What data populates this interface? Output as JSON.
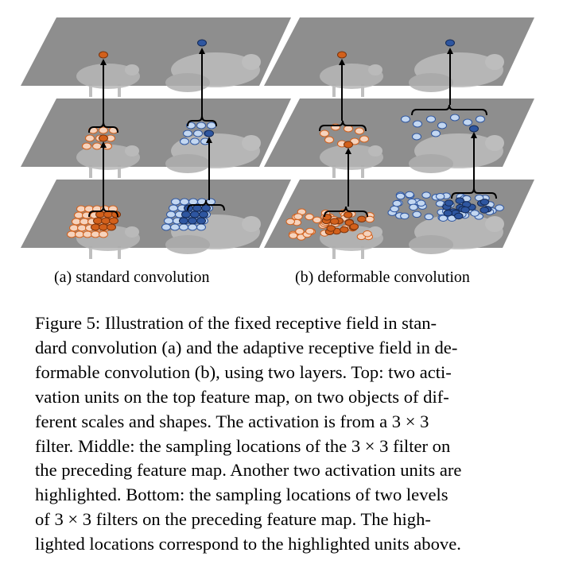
{
  "figure": {
    "subcaption_a": "(a) standard convolution",
    "subcaption_b": "(b) deformable convolution",
    "colors": {
      "layer_fill": "#8e8e8e",
      "animal": "#b7b7b7",
      "dark_orange": "#d2601b",
      "light_orange": "#f6d3bd",
      "dark_blue": "#2e56a0",
      "light_blue": "#c3d7f1"
    }
  },
  "caption": {
    "lines": [
      "Figure 5: Illustration of the fixed receptive field in stan-",
      "dard convolution (a) and the adaptive receptive field in de-",
      "formable convolution (b), using two layers. Top: two acti-",
      "vation units on the top feature map, on two objects of dif-",
      "ferent scales and shapes. The activation is from a 3 × 3",
      "filter. Middle: the sampling locations of the 3 × 3 filter on",
      "the preceding feature map. Another two activation units are",
      "highlighted. Bottom: the sampling locations of two levels",
      "of 3 × 3 filters on the preceding feature map. The high-",
      "lighted locations correspond to the highlighted units above."
    ]
  }
}
